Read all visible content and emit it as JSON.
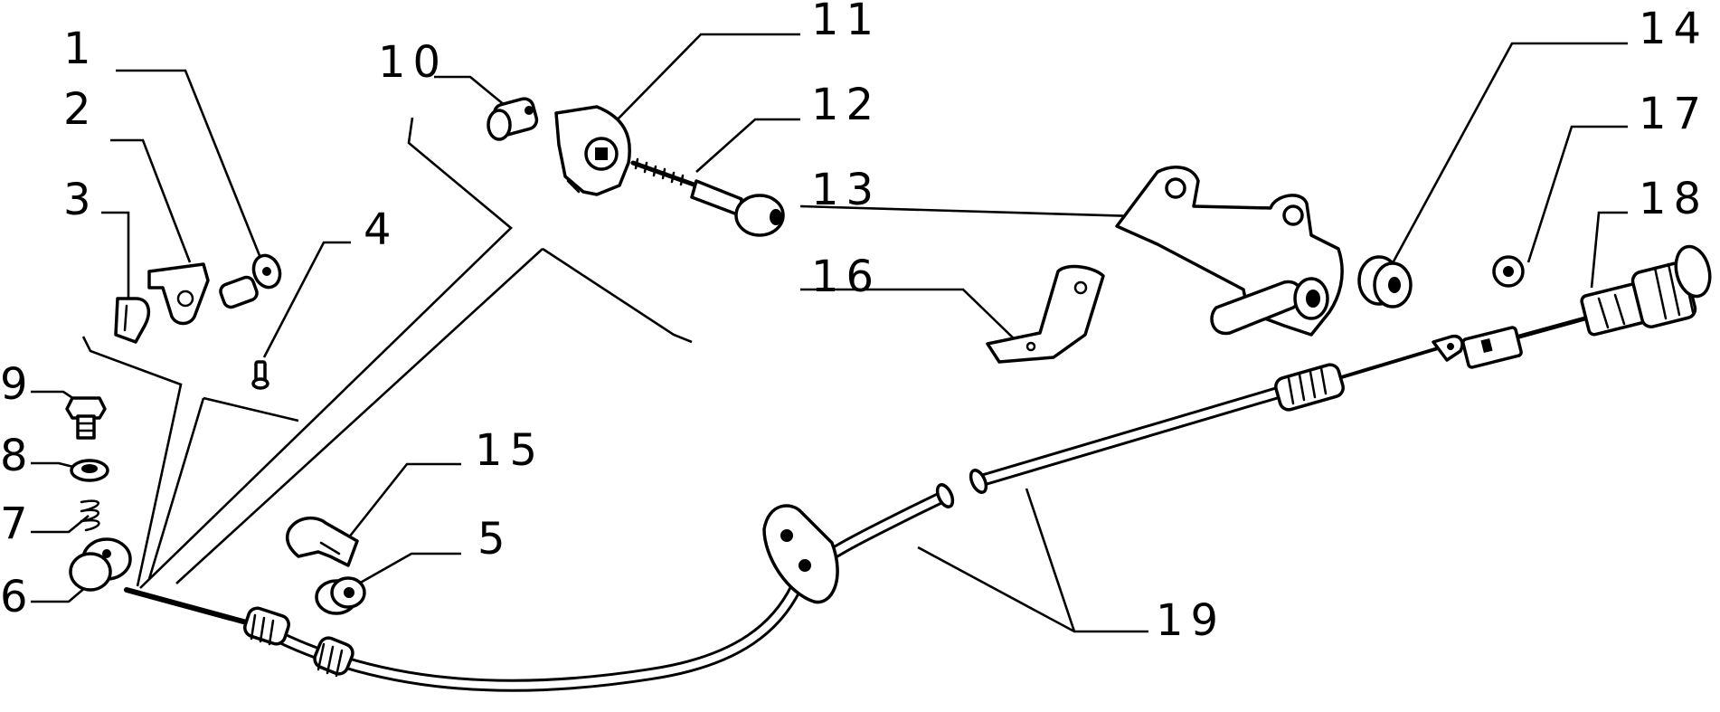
{
  "callouts": [
    {
      "id": "1",
      "text": "1"
    },
    {
      "id": "2",
      "text": "2"
    },
    {
      "id": "3",
      "text": "3"
    },
    {
      "id": "4",
      "text": "4"
    },
    {
      "id": "5",
      "text": "5"
    },
    {
      "id": "6",
      "text": "6"
    },
    {
      "id": "7",
      "text": "7"
    },
    {
      "id": "8",
      "text": "8"
    },
    {
      "id": "9",
      "text": "9"
    },
    {
      "id": "10",
      "text": "10"
    },
    {
      "id": "11",
      "text": "11"
    },
    {
      "id": "12",
      "text": "12"
    },
    {
      "id": "13",
      "text": "13"
    },
    {
      "id": "14",
      "text": "14"
    },
    {
      "id": "15",
      "text": "15"
    },
    {
      "id": "16",
      "text": "16"
    },
    {
      "id": "17",
      "text": "17"
    },
    {
      "id": "18",
      "text": "18"
    },
    {
      "id": "19",
      "text": "19"
    }
  ],
  "colors": {
    "ink": "#000000",
    "paper": "#ffffff"
  }
}
